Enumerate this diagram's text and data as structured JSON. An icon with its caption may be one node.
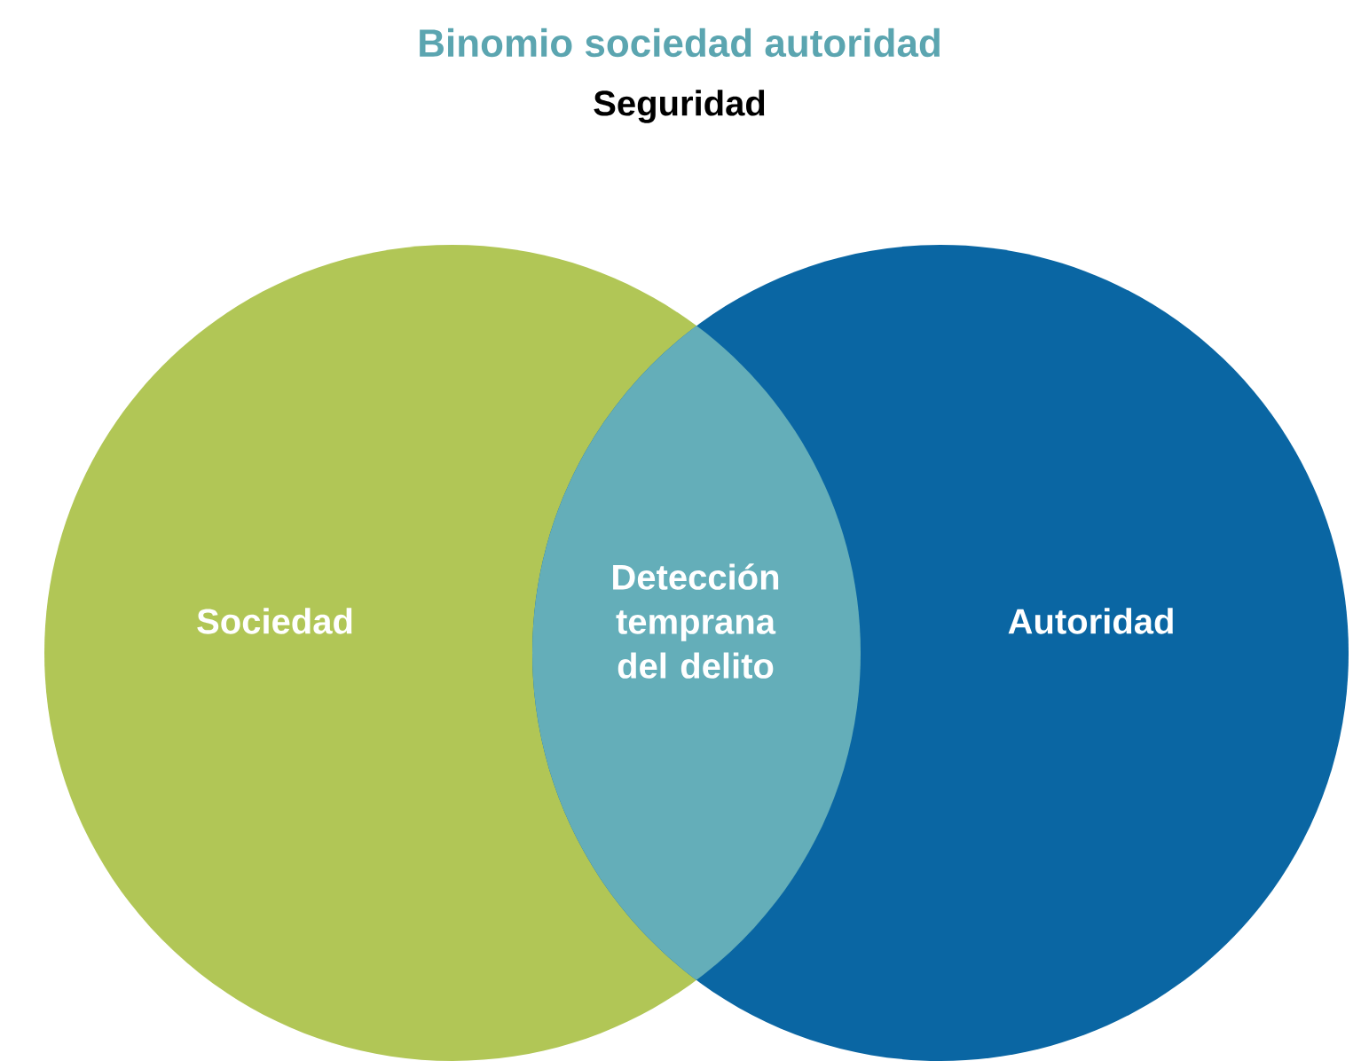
{
  "diagram": {
    "title": "Binomio sociedad autoridad",
    "nodes": [
      {
        "text": [
          "Sociedad"
        ]
      },
      {
        "text": [
          "Autoridad"
        ]
      },
      {
        "text": [
          "Detección temprana del delito"
        ]
      }
    ],
    "labels": [
      "Seguridad"
    ]
  }
}
